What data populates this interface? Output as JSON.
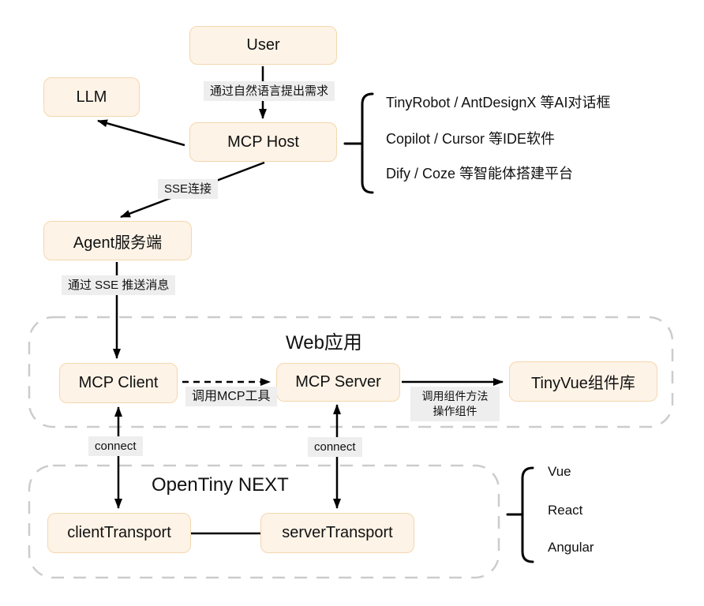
{
  "diagram": {
    "nodes": {
      "user": "User",
      "llm": "LLM",
      "mcp_host": "MCP Host",
      "agent_server": "Agent服务端",
      "mcp_client": "MCP Client",
      "mcp_server": "MCP Server",
      "tinyvue": "TinyVue组件库",
      "client_transport": "clientTransport",
      "server_transport": "serverTransport"
    },
    "edge_labels": {
      "natural_language": "通过自然语言提出需求",
      "sse_connect": "SSE连接",
      "sse_push": "通过 SSE 推送消息",
      "call_mcp_tool": "调用MCP工具",
      "call_component_line1": "调用组件方法",
      "call_component_line2": "操作组件",
      "connect_left": "connect",
      "connect_right": "connect"
    },
    "groups": {
      "web_app": "Web应用",
      "opentiny_next": "OpenTiny NEXT"
    },
    "host_examples": [
      "TinyRobot / AntDesignX 等AI对话框",
      "Copilot / Cursor 等IDE软件",
      "Dify / Coze 等智能体搭建平台"
    ],
    "frameworks": [
      "Vue",
      "React",
      "Angular"
    ],
    "colors": {
      "node_fill": "#fdf3e7",
      "node_border": "#f5d7ae",
      "label_bg": "#eeeeee",
      "group_border": "#cccccc",
      "arrow": "#000000"
    }
  }
}
